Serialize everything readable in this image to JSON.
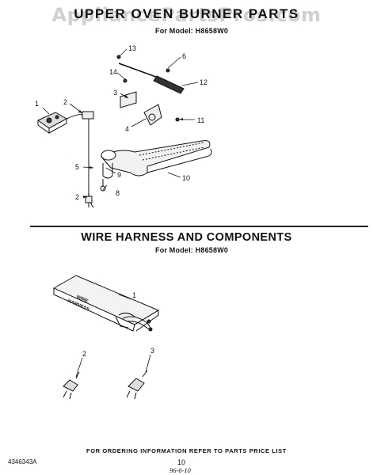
{
  "watermark": "AppliancePartsPros.com",
  "upper_section": {
    "title": "UPPER OVEN BURNER PARTS",
    "model": "For Model: H8658W0",
    "callouts": [
      "1",
      "2",
      "3",
      "4",
      "5",
      "2",
      "8",
      "9",
      "10",
      "11",
      "12",
      "6",
      "13",
      "14"
    ]
  },
  "lower_section": {
    "title": "WIRE HARNESS AND COMPONENTS",
    "model": "For Model: H8658W0",
    "callouts": [
      "1",
      "2",
      "3"
    ],
    "harness_label": [
      "WIRE",
      "HARNESS"
    ]
  },
  "footer": {
    "ordering_note": "FOR ORDERING INFORMATION REFER TO PARTS PRICE LIST",
    "doc_id": "4346343A",
    "page": "10",
    "date": "96-6-10"
  }
}
